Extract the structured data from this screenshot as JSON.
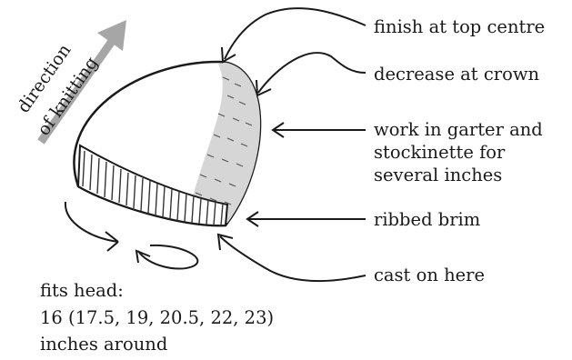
{
  "labels": {
    "finish": "finish at top centre",
    "decrease": "decrease at crown",
    "work_line1": "work in garter and",
    "work_line2": "stockinette for",
    "work_line3": "several inches",
    "ribbed": "ribbed brim",
    "cast_on": "cast on here"
  },
  "direction": {
    "line1": "direction",
    "line2": "of knitting"
  },
  "fit": {
    "line1": "fits head:",
    "line2": "16 (17.5, 19, 20.5, 22, 23)",
    "line3": "inches around"
  },
  "colors": {
    "ink": "#1a1a1a",
    "arrow_grey": "#a6a6a6",
    "texture": "#444444"
  }
}
